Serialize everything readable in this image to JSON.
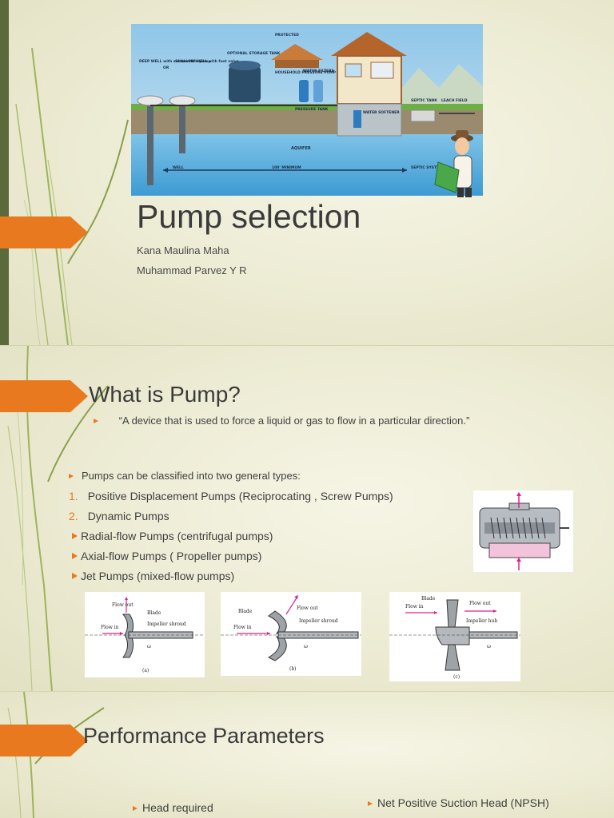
{
  "slide1": {
    "title": "Pump selection",
    "authors": [
      "Kana Maulina Maha",
      "Muhammad Parvez Y R"
    ],
    "diagram_labels": {
      "deep_well": "DEEP WELL with submersible pump",
      "or": "OR",
      "shallow_well": "SHALLOW WELL with foot valve",
      "storage_tank": "OPTIONAL STORAGE TANK",
      "pressure_pump": "HOUSEHOLD PRESSURE PUMP",
      "water_filters": "WATER FILTERS",
      "pressure_tank": "PRESSURE TANK",
      "water_softener": "WATER SOFTENER",
      "septic_tank": "SEPTIC TANK",
      "leach_field": "LEACH FIELD",
      "aquifer": "AQUIFER",
      "well": "WELL",
      "minimum": "100' MINIMUM",
      "septic_system": "SEPTIC SYSTEM",
      "protected": "PROTECTED"
    }
  },
  "slide2": {
    "title": "What is Pump?",
    "quote": "“A device that is used to force a liquid or gas to flow in a particular direction.”",
    "intro": "Pumps can be classified into two general types:",
    "numbered": [
      {
        "num": "1.",
        "text": "Positive Displacement Pumps (Reciprocating , Screw Pumps)"
      },
      {
        "num": "2.",
        "text": "Dynamic Pumps"
      }
    ],
    "sub": [
      "Radial-flow Pumps (centrifugal pumps)",
      "Axial-flow Pumps ( Propeller pumps)",
      "Jet Pumps (mixed-flow pumps)"
    ],
    "fig_a": {
      "flow_out": "Flow out",
      "blade": "Blade",
      "shroud": "Impeller shroud",
      "flow_in": "Flow in",
      "omega": "ω",
      "caption": "(a)"
    },
    "fig_b": {
      "blade": "Blade",
      "flow_out": "Flow out",
      "shroud": "Impeller shroud",
      "flow_in": "Flow in",
      "omega": "ω",
      "caption": "(b)"
    },
    "fig_c": {
      "blade": "Blade",
      "flow_out": "Flow out",
      "flow_in": "Flow in",
      "hub": "Impeller hub",
      "omega": "ω",
      "caption": "(c)"
    }
  },
  "slide3": {
    "title": "Performance Parameters",
    "left_bullet": "Head required",
    "right_bullet": "Net Positive Suction Head (NPSH)"
  },
  "colors": {
    "accent": "#e8791e",
    "title": "#3b3b3b",
    "stem": "#8aa04a"
  }
}
